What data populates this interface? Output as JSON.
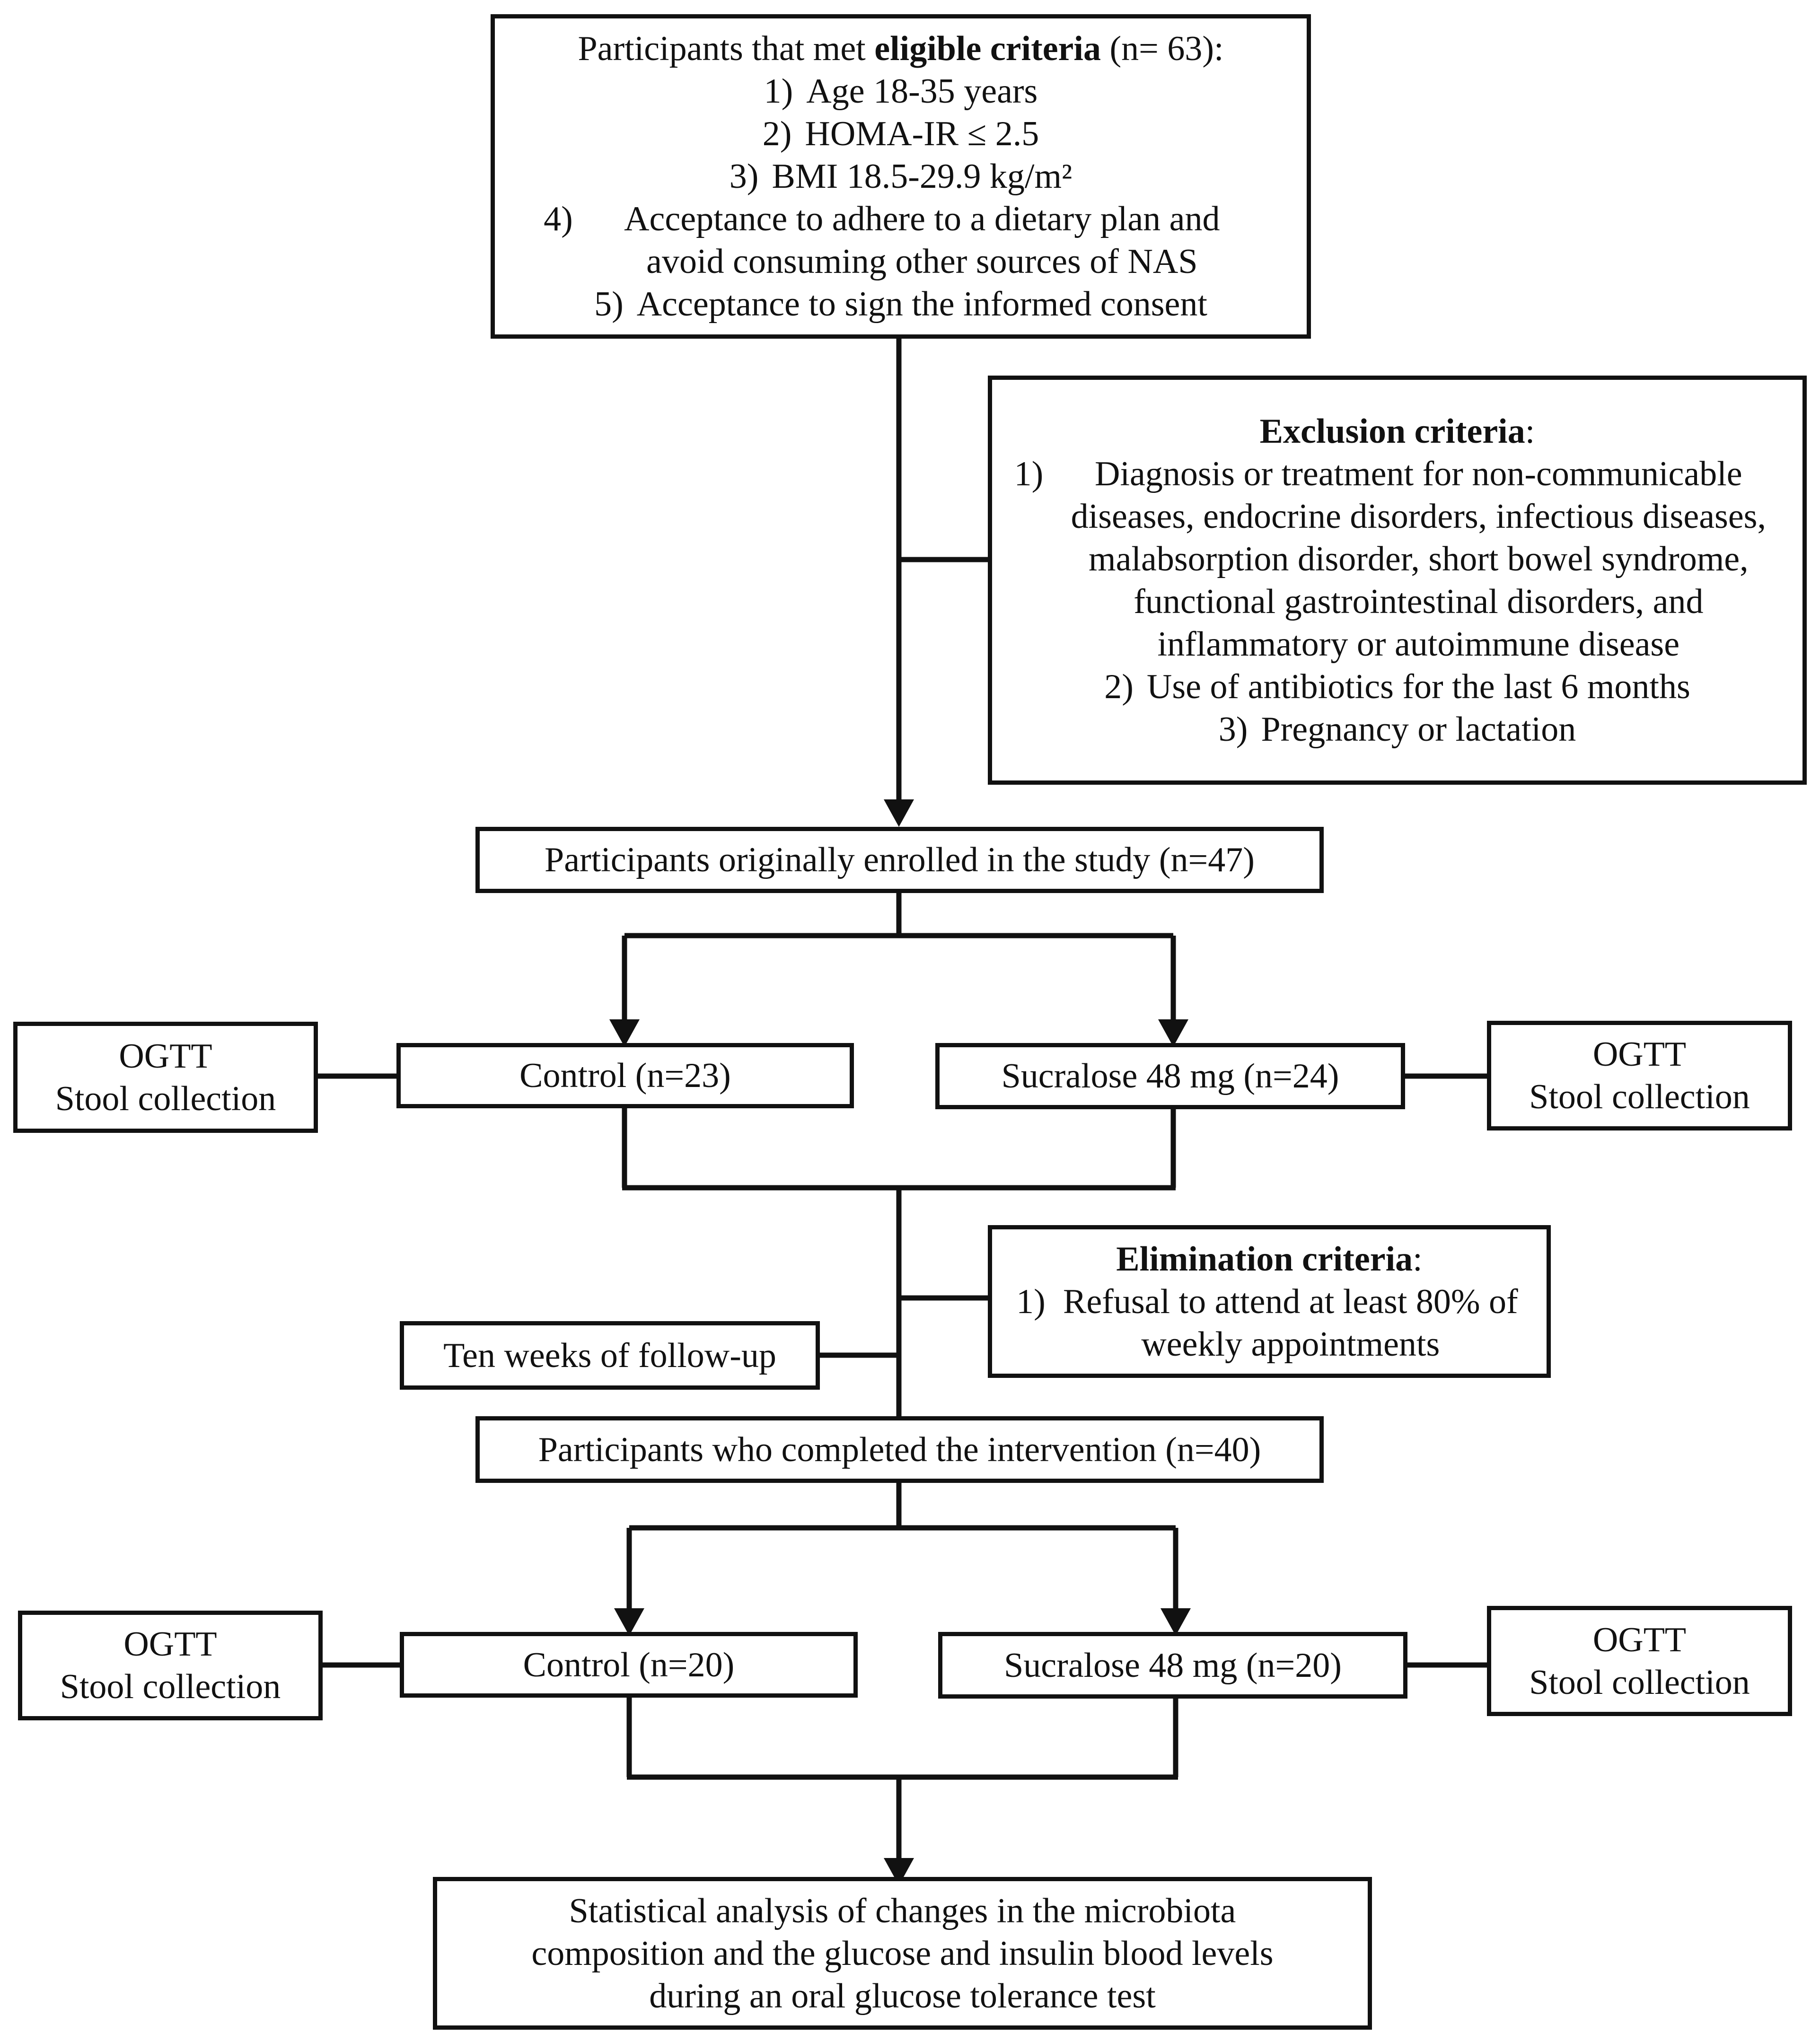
{
  "eligibility": {
    "intro_prefix": "Participants that met ",
    "intro_bold": "eligible criteria",
    "intro_suffix": " (n= 63):",
    "items": [
      {
        "num": "1)",
        "text": "Age 18-35 years"
      },
      {
        "num": "2)",
        "text": "HOMA-IR ≤ 2.5"
      },
      {
        "num": "3)",
        "text": "BMI 18.5-29.9 kg/m²"
      },
      {
        "num": "4)",
        "text": "Acceptance to adhere to a dietary plan and avoid consuming other sources of NAS"
      },
      {
        "num": "5)",
        "text": "Acceptance to sign the informed consent"
      }
    ]
  },
  "exclusion": {
    "title": "Exclusion criteria",
    "colon": ":",
    "items": [
      {
        "num": "1)",
        "text": "Diagnosis or treatment for non-communicable diseases, endocrine disorders, infectious diseases, malabsorption disorder, short bowel syndrome, functional gastrointestinal disorders, and inflammatory or autoimmune disease"
      },
      {
        "num": "2)",
        "text": "Use of antibiotics for the last 6 months"
      },
      {
        "num": "3)",
        "text": "Pregnancy or lactation"
      }
    ]
  },
  "enrolled": "Participants originally enrolled in the study (n=47)",
  "baseline": {
    "control": "Control (n=23)",
    "sucralose": "Sucralose 48 mg (n=24)",
    "left_ogtt": "OGTT",
    "left_stool": "Stool collection",
    "right_ogtt": "OGTT",
    "right_stool": "Stool collection"
  },
  "elimination": {
    "title": "Elimination criteria",
    "colon": ":",
    "items": [
      {
        "num": "1)",
        "text": "Refusal to attend at least 80% of weekly appointments"
      }
    ]
  },
  "followup": "Ten weeks of follow-up",
  "completed": "Participants who completed the intervention (n=40)",
  "final": {
    "control": "Control (n=20)",
    "sucralose": "Sucralose 48 mg (n=20)",
    "left_ogtt": "OGTT",
    "left_stool": "Stool collection",
    "right_ogtt": "OGTT",
    "right_stool": "Stool collection"
  },
  "analysis": "Statistical analysis of changes in the microbiota composition and the glucose and insulin blood levels during an oral glucose tolerance test"
}
